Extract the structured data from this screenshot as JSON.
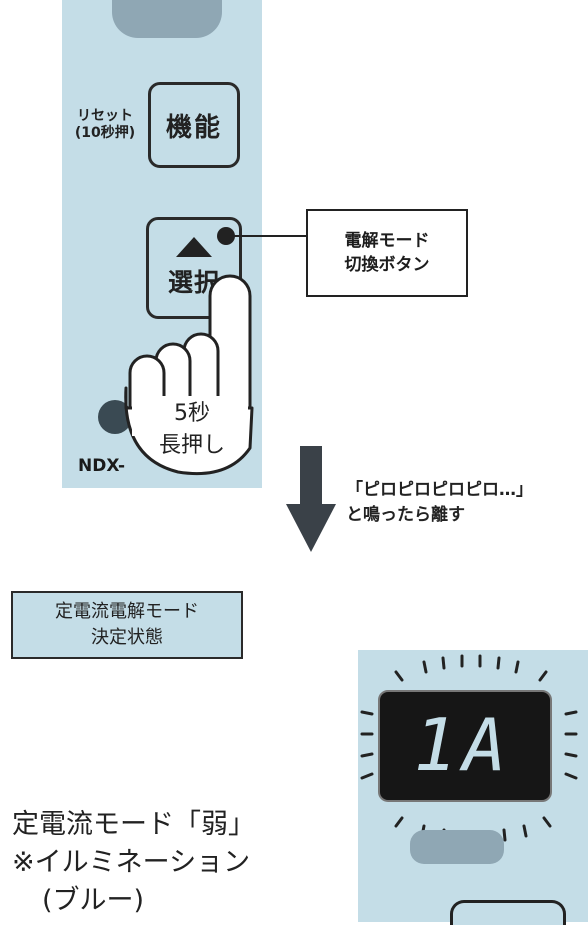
{
  "device": {
    "reset_label_line1": "リセット",
    "reset_label_line2": "(10秒押)",
    "function_button": "機能",
    "select_button": "選択",
    "model_text": "NDX-"
  },
  "callout": {
    "line1": "電解モード",
    "line2": "切換ボタン"
  },
  "hand": {
    "line1": "5秒",
    "line2": "長押し"
  },
  "instruction": {
    "line1": "「ピロピロピロピロ…」",
    "line2": "と鳴ったら離す"
  },
  "status": {
    "line1": "定電流電解モード",
    "line2": "決定状態"
  },
  "display": {
    "value": "1A"
  },
  "mode": {
    "line1": "定電流モード「弱」",
    "line2": "※イルミネーション",
    "line3": "(ブルー)"
  },
  "colors": {
    "panel": "#c4dde7",
    "dark": "#222222",
    "arrow": "#3a4148"
  }
}
